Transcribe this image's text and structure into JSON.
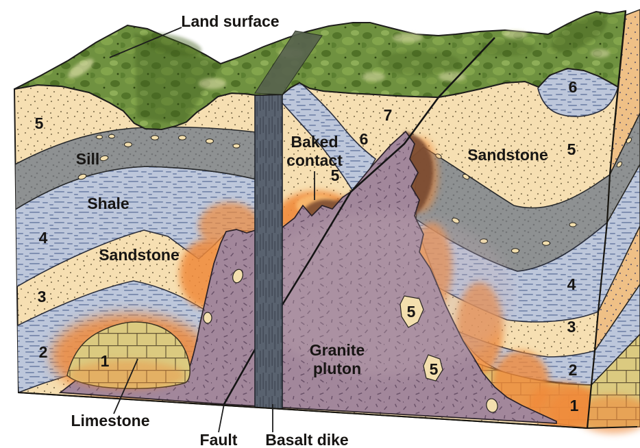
{
  "figure": {
    "type": "geologic-block-diagram",
    "annotations": {
      "land_surface": "Land surface",
      "sill": "Sill",
      "shale": "Shale",
      "sandstone_left": "Sandstone",
      "limestone": "Limestone",
      "baked_contact_line1": "Baked",
      "baked_contact_line2": "contact",
      "sandstone_right": "Sandstone",
      "granite_pluton_line1": "Granite",
      "granite_pluton_line2": "pluton",
      "fault": "Fault",
      "basalt_dike": "Basalt dike"
    },
    "layer_numbers": {
      "left_face": [
        "5",
        "4",
        "3",
        "2",
        "1"
      ],
      "center_block": [
        "7",
        "6",
        "5"
      ],
      "right_face": [
        "6",
        "5",
        "4",
        "3",
        "2",
        "1"
      ],
      "xenoliths": [
        "5",
        "5"
      ]
    },
    "colors": {
      "sandstone": "#f6dfb2",
      "sandstone_side": "#efc086",
      "shale": "#bdc7db",
      "sill": "#8e9192",
      "limestone": "#dbca80",
      "granite_pluton": "#a2879b",
      "basalt_dike": "#59626f",
      "baked_contact_orange": "#f08a3a",
      "baked_contact_brown": "#7a4a31",
      "vegetation": "#6f9140",
      "outline": "#1c1a18"
    }
  }
}
